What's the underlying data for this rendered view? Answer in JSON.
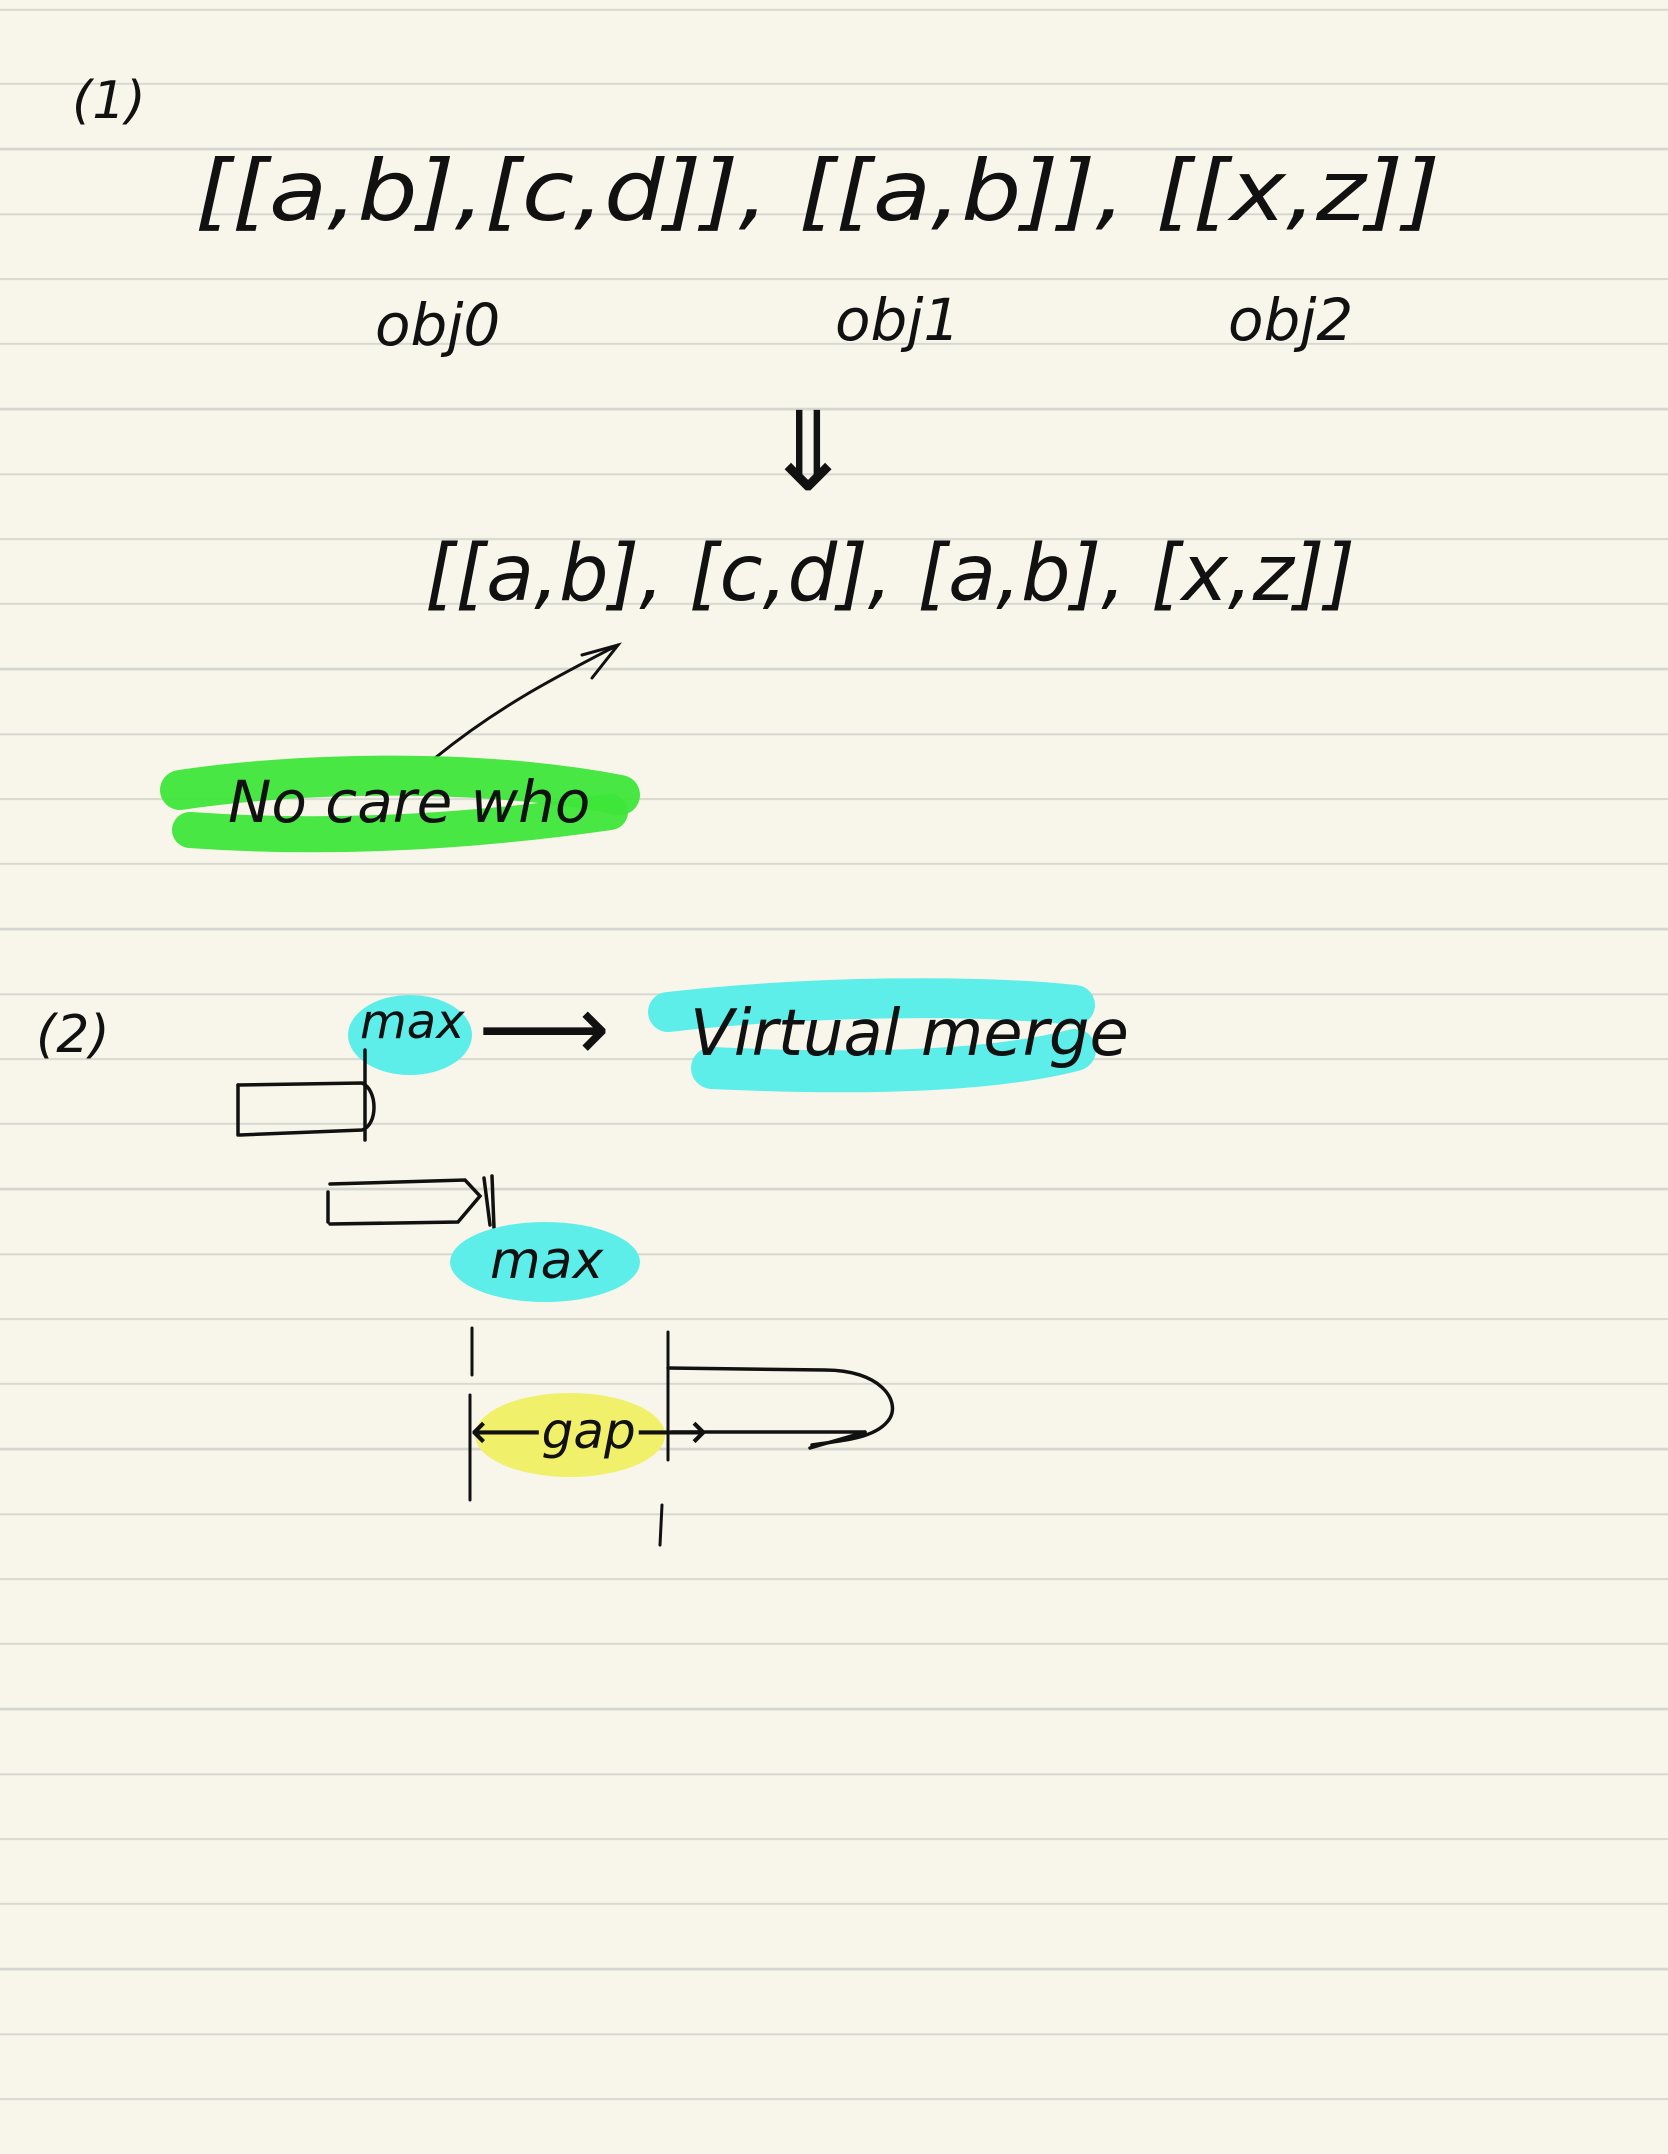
{
  "section1": {
    "label": "(1)",
    "input_list": "[[a,b],[c,d]], [[a,b]], [[x,z]]",
    "obj0": "obj0",
    "obj1": "obj1",
    "obj2": "obj2",
    "arrow_down": "⇓",
    "output_list": "[[a,b], [c,d], [a,b], [x,z]]",
    "note": "No care who",
    "note_highlight_color": "#3ee63a"
  },
  "section2": {
    "label": "(2)",
    "max_top": "max",
    "right_arrow": "⟶",
    "virtual_merge": "Virtual merge",
    "max_bottom": "max",
    "gap": "⟵gap⟶",
    "cyan_highlight_color": "#5eeeea",
    "yellow_highlight_color": "#f1f06a"
  },
  "colors": {
    "paper": "#f8f6ea",
    "rule_line": "#d6d6d0",
    "ink": "#111111"
  }
}
